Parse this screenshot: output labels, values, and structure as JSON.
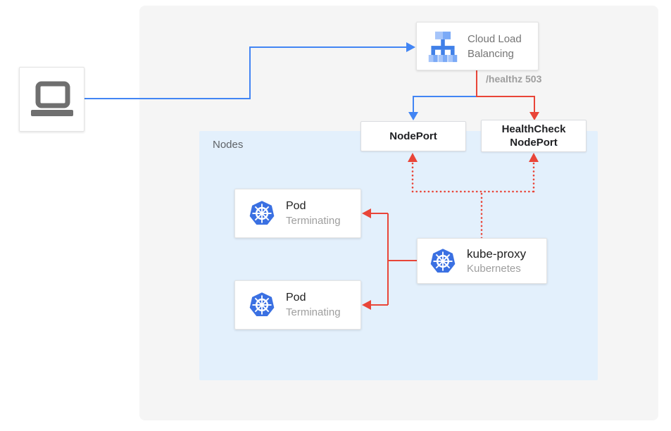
{
  "colors": {
    "flow_blue": "#4285f4",
    "health_red": "#e94538",
    "panel_gray": "#f5f5f5",
    "nodes_blue": "#e3f0fc",
    "kubernetes_blue": "#3a70e2",
    "icon_gray": "#6f6f6f"
  },
  "diagram": {
    "client": {
      "icon": "laptop-icon"
    },
    "load_balancer": {
      "label": "Cloud Load Balancing",
      "icon": "cloud-load-balancing-icon"
    },
    "healthz_label": "/healthz 503",
    "nodeport": {
      "label": "NodePort"
    },
    "healthcheck_nodeport": {
      "label": "HealthCheck NodePort"
    },
    "nodes_group": {
      "label": "Nodes"
    },
    "pods": [
      {
        "label": "Pod",
        "status": "Terminating",
        "icon": "kubernetes-icon"
      },
      {
        "label": "Pod",
        "status": "Terminating",
        "icon": "kubernetes-icon"
      }
    ],
    "kube_proxy": {
      "label": "kube-proxy",
      "sublabel": "Kubernetes",
      "icon": "kubernetes-icon"
    }
  }
}
